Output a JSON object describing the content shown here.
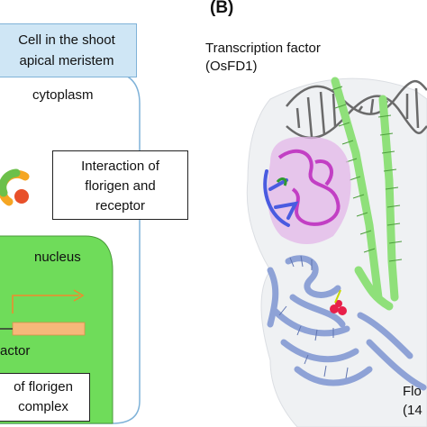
{
  "panel_label": "(B)",
  "left_panel": {
    "cell_title": [
      "Cell in the shoot",
      "apical meristem"
    ],
    "cytoplasm": "cytoplasm",
    "interaction_box": [
      "Interaction of",
      "florigen and",
      "receptor"
    ],
    "nucleus": "nucleus",
    "factor_fragment": "actor",
    "complex_box": [
      "of florigen",
      "complex"
    ]
  },
  "right_panel": {
    "transcription_factor": [
      "Transcription factor",
      "(OsFD1)"
    ],
    "florigen_fragment": [
      "Flo",
      "(14"
    ]
  },
  "colors": {
    "cell_box_fill": "#cfe6f5",
    "cell_border": "#7fb2d8",
    "nucleus_fill": "#6fdc5a",
    "nucleus_fill_light": "#c8f0b8",
    "arrow": "#f08a2c",
    "gene_bar": "#f6b87a",
    "dna": "#555555",
    "helix_green": "#8fe07a",
    "receptor_magenta": "#d98ad6",
    "protein_blue": "#8ea2d6",
    "florigen_blue": "#4a5be0",
    "ligand_red": "#e8204a"
  }
}
